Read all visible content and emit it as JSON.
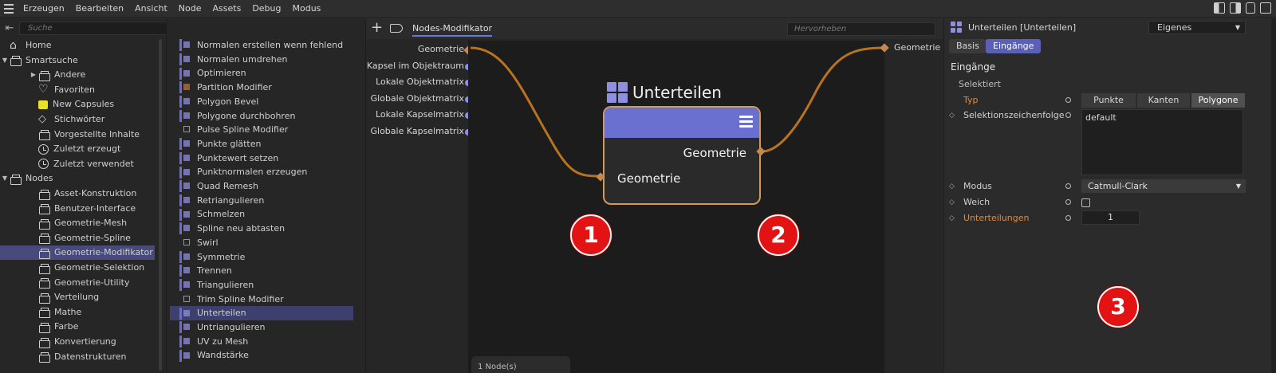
{
  "menubar": {
    "items": [
      "Erzeugen",
      "Bearbeiten",
      "Ansicht",
      "Node",
      "Assets",
      "Debug",
      "Modus"
    ]
  },
  "search": {
    "placeholder": "Suche"
  },
  "tree": [
    {
      "label": "Home",
      "icon": "home-icon",
      "indent": 0,
      "arrow": ""
    },
    {
      "label": "Smartsuche",
      "icon": "stack-icon",
      "indent": 0,
      "arrow": "▼"
    },
    {
      "label": "Andere",
      "icon": "stack-icon",
      "indent": 1,
      "arrow": "▶"
    },
    {
      "label": "Favoriten",
      "icon": "heart-icon",
      "indent": 1,
      "arrow": ""
    },
    {
      "label": "New Capsules",
      "icon": "capsule-icon",
      "indent": 1,
      "arrow": ""
    },
    {
      "label": "Stichwörter",
      "icon": "tag-icon",
      "indent": 1,
      "arrow": ""
    },
    {
      "label": "Vorgestellte Inhalte",
      "icon": "stack-icon",
      "indent": 1,
      "arrow": ""
    },
    {
      "label": "Zuletzt erzeugt",
      "icon": "clock-icon",
      "indent": 1,
      "arrow": ""
    },
    {
      "label": "Zuletzt verwendet",
      "icon": "clock-icon",
      "indent": 1,
      "arrow": ""
    },
    {
      "label": "Nodes",
      "icon": "stack-icon",
      "indent": 0,
      "arrow": "▼"
    },
    {
      "label": "Asset-Konstruktion",
      "icon": "stack-icon",
      "indent": 1,
      "arrow": ""
    },
    {
      "label": "Benutzer-Interface",
      "icon": "stack-icon",
      "indent": 1,
      "arrow": ""
    },
    {
      "label": "Geometrie-Mesh",
      "icon": "stack-icon",
      "indent": 1,
      "arrow": ""
    },
    {
      "label": "Geometrie-Spline",
      "icon": "stack-icon",
      "indent": 1,
      "arrow": ""
    },
    {
      "label": "Geometrie-Modifikator",
      "icon": "stack-icon",
      "indent": 1,
      "arrow": "",
      "selected": true
    },
    {
      "label": "Geometrie-Selektion",
      "icon": "stack-icon",
      "indent": 1,
      "arrow": ""
    },
    {
      "label": "Geometrie-Utility",
      "icon": "stack-icon",
      "indent": 1,
      "arrow": ""
    },
    {
      "label": "Verteilung",
      "icon": "stack-icon",
      "indent": 1,
      "arrow": ""
    },
    {
      "label": "Mathe",
      "icon": "stack-icon",
      "indent": 1,
      "arrow": ""
    },
    {
      "label": "Farbe",
      "icon": "stack-icon",
      "indent": 1,
      "arrow": ""
    },
    {
      "label": "Konvertierung",
      "icon": "stack-icon",
      "indent": 1,
      "arrow": ""
    },
    {
      "label": "Datenstrukturen",
      "icon": "stack-icon",
      "indent": 1,
      "arrow": ""
    }
  ],
  "modifiers": [
    {
      "label": "Normalen erstellen wenn fehlend",
      "icon": "cube-icon",
      "style": ""
    },
    {
      "label": "Normalen umdrehen",
      "icon": "flip-icon",
      "style": ""
    },
    {
      "label": "Optimieren",
      "icon": "optimize-icon",
      "style": ""
    },
    {
      "label": "Partition Modifier",
      "icon": "partition-icon",
      "style": "orange"
    },
    {
      "label": "Polygon Bevel",
      "icon": "bevel-icon",
      "style": ""
    },
    {
      "label": "Polygone durchbohren",
      "icon": "pierce-icon",
      "style": ""
    },
    {
      "label": "Pulse Spline Modifier",
      "icon": "spline-icon",
      "style": "plain"
    },
    {
      "label": "Punkte glätten",
      "icon": "smooth-icon",
      "style": ""
    },
    {
      "label": "Punktewert setzen",
      "icon": "points-icon",
      "style": ""
    },
    {
      "label": "Punktnormalen erzeugen",
      "icon": "normals-icon",
      "style": ""
    },
    {
      "label": "Quad Remesh",
      "icon": "remesh-icon",
      "style": ""
    },
    {
      "label": "Retriangulieren",
      "icon": "retri-icon",
      "style": ""
    },
    {
      "label": "Schmelzen",
      "icon": "melt-icon",
      "style": ""
    },
    {
      "label": "Spline neu abtasten",
      "icon": "resample-icon",
      "style": ""
    },
    {
      "label": "Swirl",
      "icon": "swirl-icon",
      "style": "plain"
    },
    {
      "label": "Symmetrie",
      "icon": "symmetry-icon",
      "style": ""
    },
    {
      "label": "Trennen",
      "icon": "split-icon",
      "style": ""
    },
    {
      "label": "Triangulieren",
      "icon": "triangulate-icon",
      "style": ""
    },
    {
      "label": "Trim Spline Modifier",
      "icon": "trim-icon",
      "style": "plain"
    },
    {
      "label": "Unterteilen",
      "icon": "subdivide-icon",
      "style": "",
      "selected": true
    },
    {
      "label": "Untriangulieren",
      "icon": "untriangulate-icon",
      "style": ""
    },
    {
      "label": "UV zu Mesh",
      "icon": "uv-icon",
      "style": ""
    },
    {
      "label": "Wandstärke",
      "icon": "thickness-icon",
      "style": ""
    }
  ],
  "editor": {
    "tab": "Nodes-Modifikator",
    "highlight_placeholder": "Hervorheben",
    "inputs": [
      {
        "label": "Geometrie",
        "kind": "diamond"
      },
      {
        "label": "Kapsel im Objektraum",
        "kind": "dot"
      },
      {
        "label": "Lokale Objektmatrix",
        "kind": "dot"
      },
      {
        "label": "Globale Objektmatrix",
        "kind": "dot"
      },
      {
        "label": "Lokale Kapselmatrix",
        "kind": "dot"
      },
      {
        "label": "Globale Kapselmatrix",
        "kind": "dot"
      }
    ],
    "output": "Geometrie",
    "node": {
      "title": "Unterteilen",
      "in_port": "Geometrie",
      "out_port": "Geometrie"
    },
    "badges": [
      "1",
      "2",
      "3"
    ],
    "status": "1 Node(s)",
    "wire_color": "#b8731f",
    "node_header_color": "#6a70cf",
    "node_border_color": "#d39a55"
  },
  "attributes": {
    "title": "Unterteilen [Unterteilen]",
    "mode": "Eigenes",
    "tabs": [
      {
        "label": "Basis",
        "active": false
      },
      {
        "label": "Eingänge",
        "active": true
      }
    ],
    "section": "Eingänge",
    "subsection": "Selektiert",
    "typ_label": "Typ",
    "typ_options": [
      {
        "label": "Punkte",
        "active": false
      },
      {
        "label": "Kanten",
        "active": false
      },
      {
        "label": "Polygone",
        "active": true
      }
    ],
    "selection_label": "Selektionszeichenfolge",
    "selection_value": "default",
    "modus_label": "Modus",
    "modus_value": "Catmull-Clark",
    "weich_label": "Weich",
    "weich_checked": false,
    "subdiv_label": "Unterteilungen",
    "subdiv_value": "1"
  }
}
